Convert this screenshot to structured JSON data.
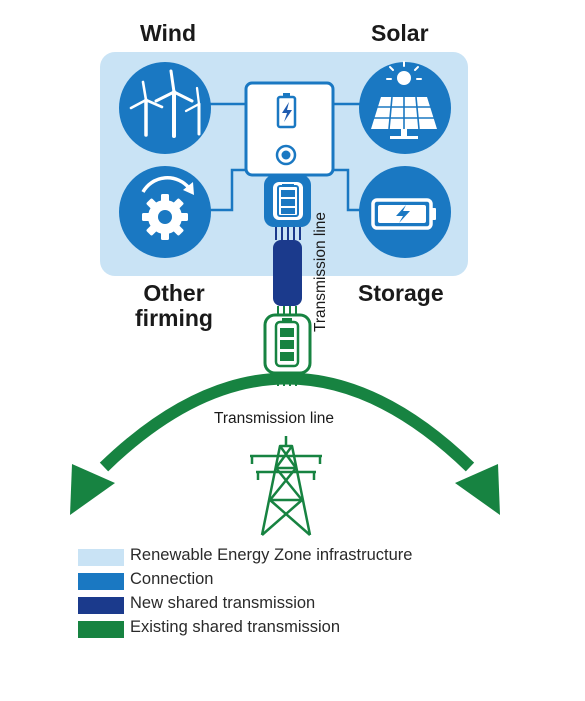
{
  "labels": {
    "wind": "Wind",
    "solar": "Solar",
    "other_firming": "Other\nfirming",
    "storage": "Storage",
    "transmission_vertical": "Transmission line",
    "transmission_arc": "Transmission line"
  },
  "legend": [
    {
      "label": "Renewable Energy Zone infrastructure",
      "color": "#c9e3f5"
    },
    {
      "label": "Connection",
      "color": "#1a78c2"
    },
    {
      "label": "New shared transmission",
      "color": "#1b3a8c"
    },
    {
      "label": "Existing shared transmission",
      "color": "#178341"
    }
  ],
  "colors": {
    "rez_infrastructure": "#c9e3f5",
    "connection": "#1a78c2",
    "new_transmission": "#1b3a8c",
    "existing_transmission": "#178341",
    "battery_accent": "#1e5bb0"
  },
  "icons": [
    "wind-turbine-icon",
    "solar-panel-icon",
    "gear-cycle-icon",
    "battery-icon",
    "substation-icon",
    "transmission-tower-icon"
  ]
}
